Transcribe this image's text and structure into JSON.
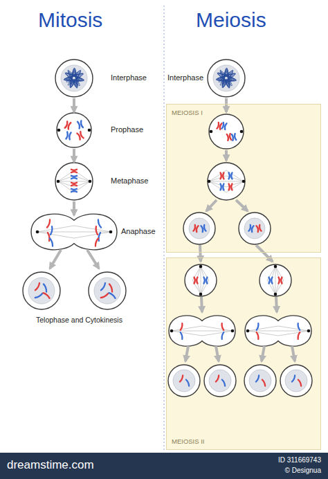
{
  "diagram": {
    "nodes": [
      {
        "text": [
          "Interphase"
        ]
      },
      {
        "text": [
          "Prophase"
        ]
      },
      {
        "text": [
          "Metaphase"
        ]
      },
      {
        "text": [
          "Anaphase"
        ]
      },
      {
        "text": [
          "Interphase"
        ]
      },
      {
        "text": [
          "MEIOSIS I"
        ]
      },
      {
        "text": [
          "MEIOSIS II"
        ]
      }
    ],
    "edges": [
      {
        "from": 0,
        "to": 1,
        "arrow": "to"
      },
      {
        "from": 1,
        "to": 2,
        "arrow": "to"
      },
      {
        "from": 2,
        "to": 3,
        "arrow": "to"
      }
    ],
    "labels": [
      "Mitosis",
      "Meiosis",
      "Telophase and Cytokinesis",
      "dreamstime.com",
      "ID 311669743",
      "© Designua"
    ]
  }
}
